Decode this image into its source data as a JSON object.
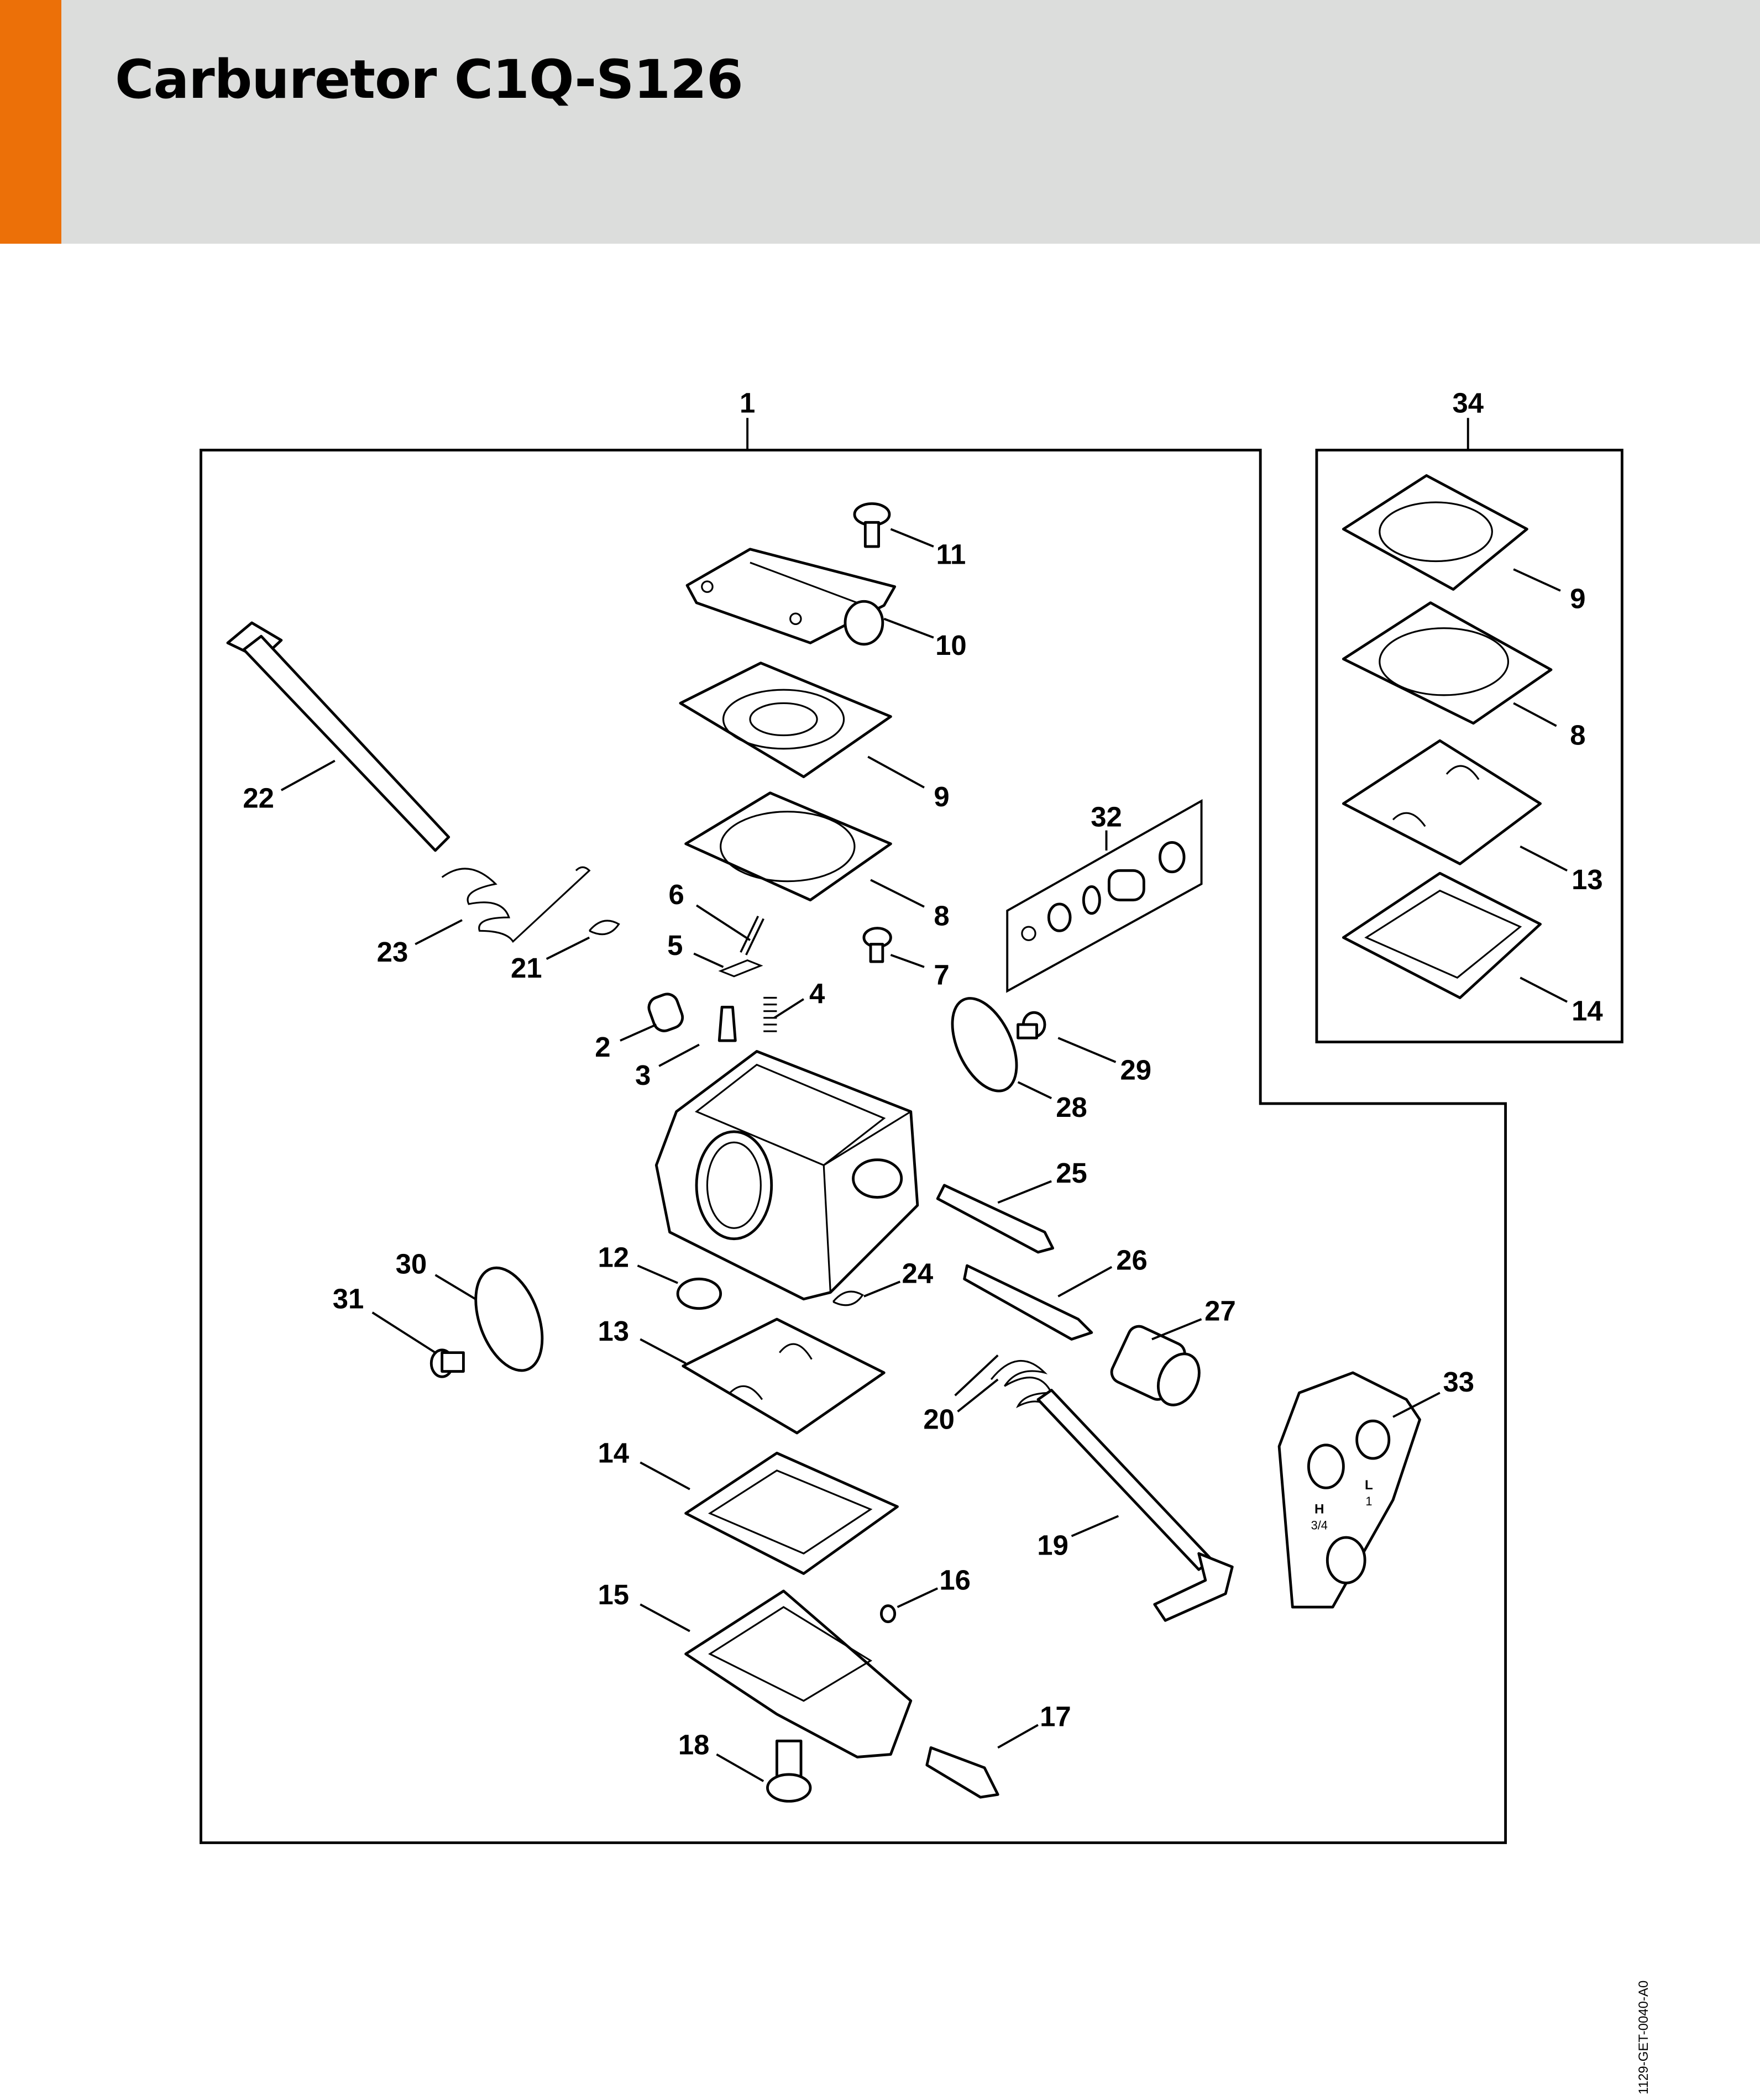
{
  "header": {
    "title": "Carburetor C1Q-S126",
    "accent_color": "#ec7008",
    "background_color": "#dcdddc"
  },
  "diagram": {
    "callouts": {
      "c1": "1",
      "c34": "34",
      "c11": "11",
      "c10": "10",
      "c9": "9",
      "c8": "8",
      "c22": "22",
      "c23": "23",
      "c21": "21",
      "c6": "6",
      "c5": "5",
      "c4": "4",
      "c7": "7",
      "c2": "2",
      "c3": "3",
      "c32": "32",
      "c29": "29",
      "c28": "28",
      "c25": "25",
      "c26": "26",
      "c27": "27",
      "c24": "24",
      "c12": "12",
      "c30": "30",
      "c31": "31",
      "c13": "13",
      "c20": "20",
      "c33": "33",
      "c14": "14",
      "c19": "19",
      "c15": "15",
      "c16": "16",
      "c17": "17",
      "c18": "18",
      "k9": "9",
      "k8": "8",
      "k13": "13",
      "k14": "14"
    },
    "part33_markings": {
      "high": "H",
      "high_turns": "3/4",
      "low": "L",
      "low_turns": "1"
    }
  },
  "footer": {
    "drawing_code": "1129-GET-0040-A0"
  }
}
